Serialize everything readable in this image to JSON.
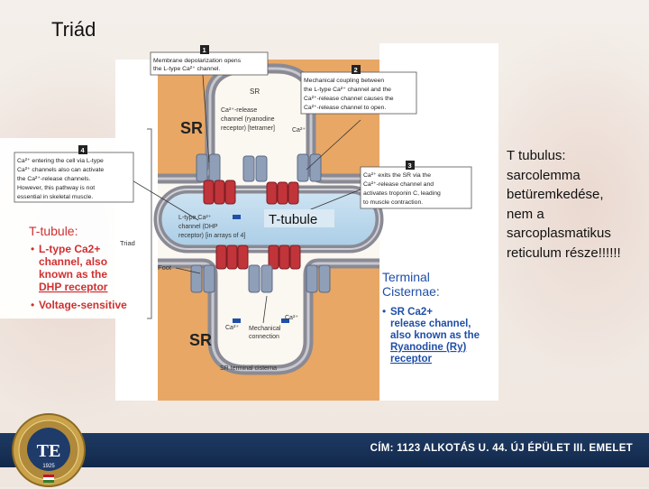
{
  "slide": {
    "title": "Triád",
    "side_note": [
      "T tubulus:",
      "sarcolemma",
      "betüremkedése,",
      "nem a",
      "sarcoplasmatikus",
      "reticulum része!!!!!!"
    ]
  },
  "figure": {
    "sr_top": "SR",
    "sr_top_small": "SR",
    "sr_bottom": "SR",
    "t_tubule": "T-tubule",
    "triad": "Triad",
    "foot": "Foot",
    "sr_terminal": "SR terminal cisterna",
    "mechanical": [
      "Mechanical",
      "connection"
    ],
    "ltype": [
      "L-type Ca²⁺",
      "channel (DHP",
      "receptor) [in arrays of 4]"
    ],
    "ryr": [
      "Ca²⁺-release",
      "channel (ryanodine",
      "receptor) [tetramer]"
    ],
    "ca_top": "Ca²⁺",
    "ca_bottom_left": "Ca²⁺",
    "ca_bottom_right": "Ca²⁺",
    "callouts": [
      {
        "num": "1",
        "lines": [
          "Membrane depolarization opens",
          "the L-type Ca²⁺ channel."
        ]
      },
      {
        "num": "2",
        "lines": [
          "Mechanical coupling between",
          "the L-type Ca²⁺ channel and the",
          "Ca²⁺-release channel causes the",
          "Ca²⁺-release channel to open."
        ]
      },
      {
        "num": "3",
        "lines": [
          "Ca²⁺ exits the SR via the",
          "Ca²⁺-release channel and",
          "activates troponin C, leading",
          "to muscle contraction."
        ]
      },
      {
        "num": "4",
        "lines": [
          "Ca²⁺ entering the cell via L-type",
          "Ca²⁺ channels also can activate",
          "the Ca²⁺-release channels.",
          "However, this pathway is not",
          "essential in skeletal muscle."
        ]
      }
    ],
    "t_tubule_note": {
      "heading": "T-tubule:",
      "bullets": [
        {
          "lines": [
            "L-type Ca2+",
            "channel, also",
            "known as the",
            "DHP receptor"
          ]
        },
        {
          "lines": [
            "Voltage-sensitive"
          ]
        }
      ]
    },
    "cisternae_note": {
      "heading": [
        "Terminal",
        "Cisternae:"
      ],
      "lines": [
        "SR Ca2+",
        "release channel,",
        "also known as the",
        "Ryanodine (Ry)",
        "receptor"
      ]
    }
  },
  "footer": {
    "address": "CÍM: 1123 ALKOTÁS U. 44. ÚJ ÉPÜLET III. EMELET",
    "logo_letters": "TE",
    "logo_year": "1925"
  },
  "colors": {
    "sr_fill": "#e8a765",
    "membrane": "#8a8a94",
    "t_tubule_fill": "#b8d7ec",
    "channel_blue": "#8f9fb8",
    "ryr_red": "#c0343a",
    "accent_red": "#d03030",
    "accent_blue": "#1f4fa8",
    "footer_blue": "#173055"
  }
}
